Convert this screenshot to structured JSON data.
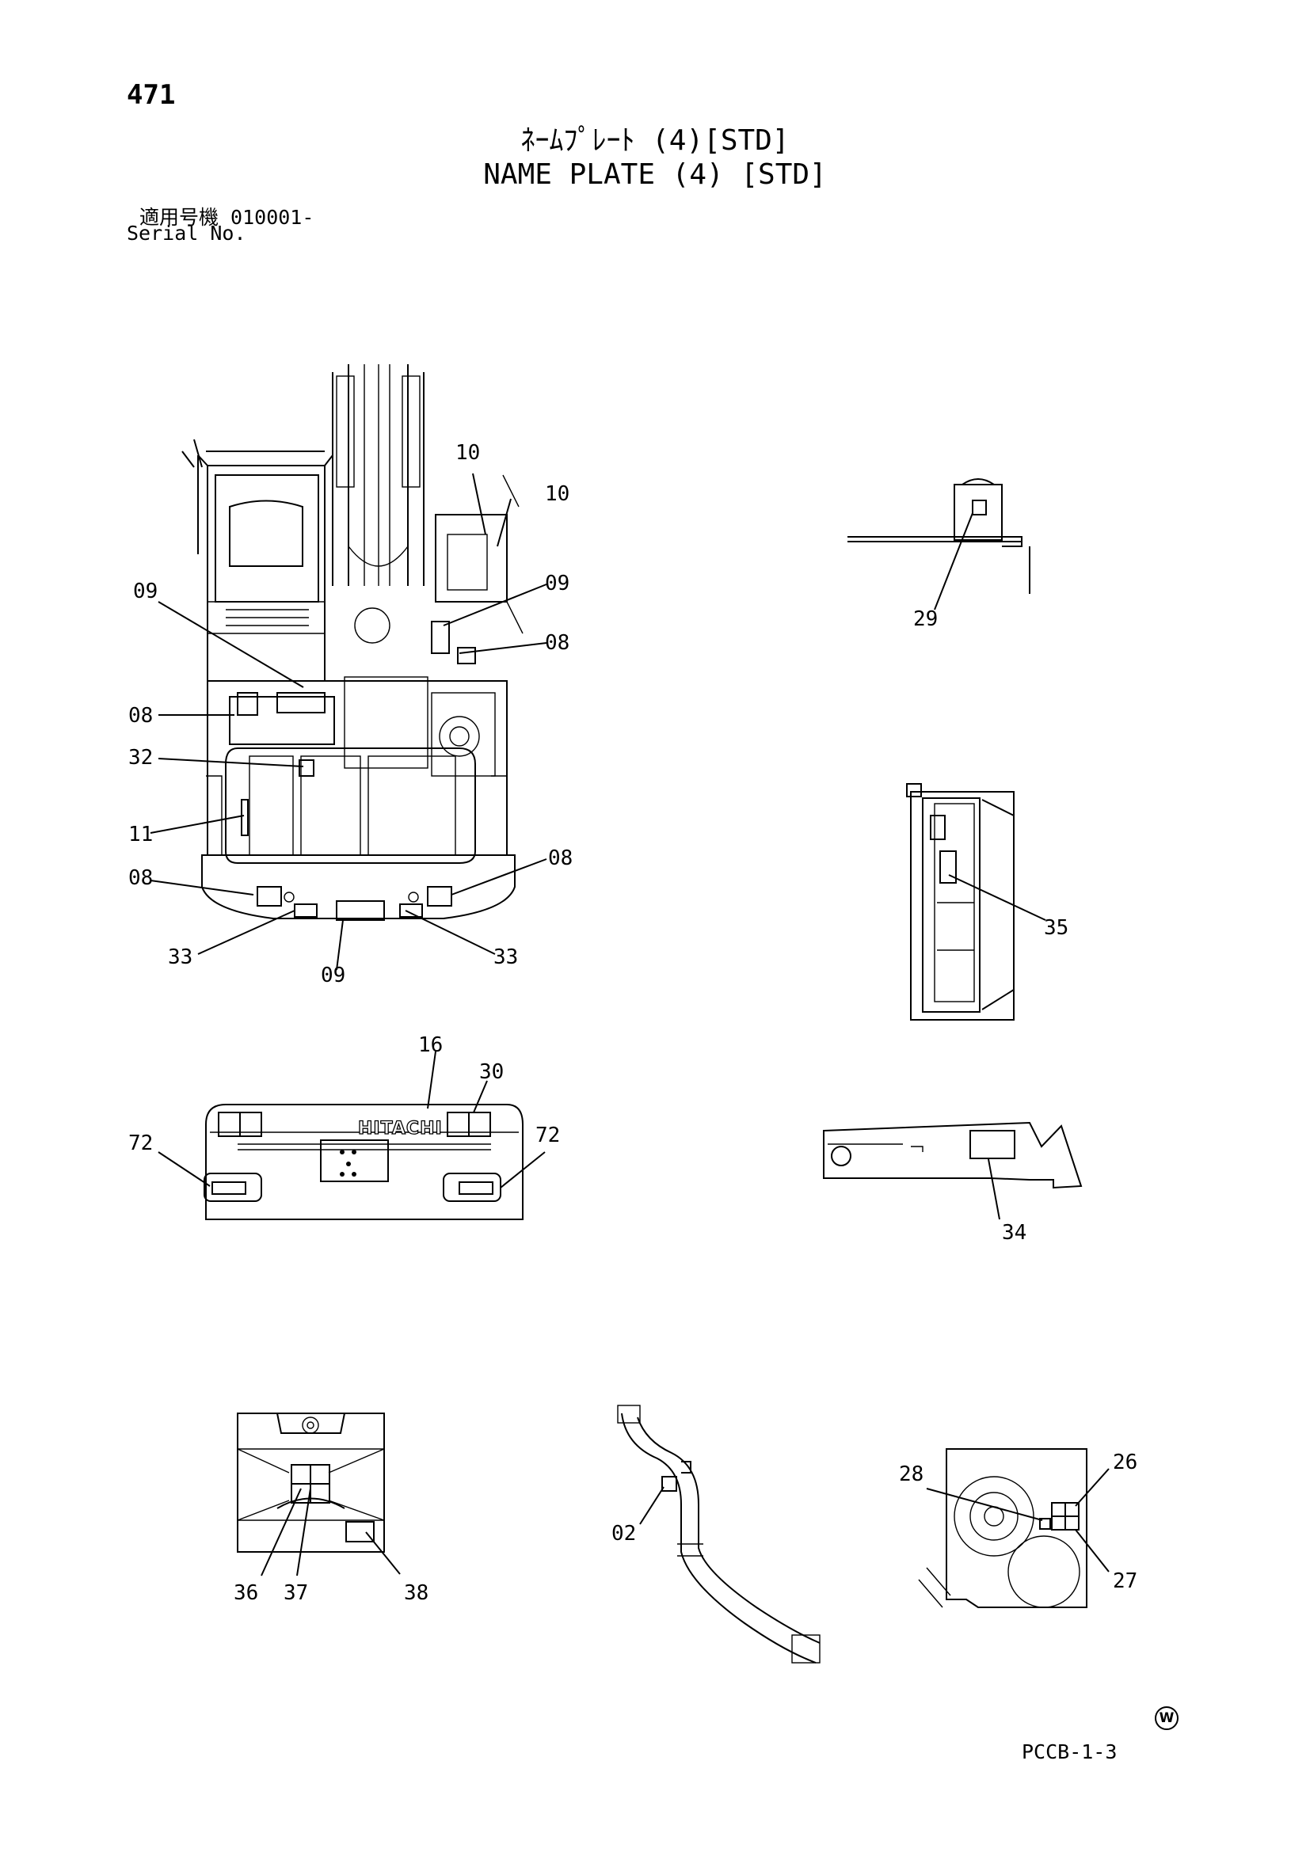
{
  "header": {
    "page_number": "471",
    "title_jp": "ﾈｰﾑﾌﾟﾚｰﾄ (4)[STD]",
    "title_en": "NAME PLATE (4) [STD]",
    "serial_jp": "適用号機  010001-",
    "serial_en": "Serial No."
  },
  "footer": {
    "document_code": "PCCB-1-3",
    "mark": "W"
  },
  "logo_text": "HITACHI",
  "callouts": {
    "upper_view": {
      "c10a": "10",
      "c10b": "10",
      "c09_left": "09",
      "c09_right": "09",
      "c08_top_right": "08",
      "c08_left": "08",
      "c32": "32",
      "c11": "11",
      "c08_bottom_left": "08",
      "c08_bottom_right": "08",
      "c33_left": "33",
      "c09_bottom": "09",
      "c33_right": "33"
    },
    "counterweight_view": {
      "c16": "16",
      "c30": "30",
      "c72_left": "72",
      "c72_right": "72"
    },
    "tank_view": {
      "c29": "29"
    },
    "side_view": {
      "c35": "35"
    },
    "bracket_view": {
      "c34": "34"
    },
    "frame_view": {
      "c36": "36",
      "c37": "37",
      "c38": "38"
    },
    "hose_view": {
      "c02": "02"
    },
    "engine_view": {
      "c26": "26",
      "c27": "27",
      "c28": "28"
    }
  }
}
